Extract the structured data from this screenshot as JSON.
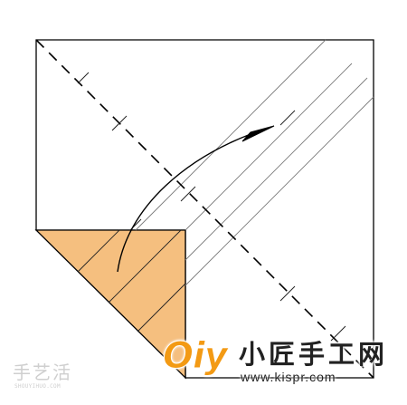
{
  "watermark": {
    "left_text": "手艺活",
    "left_sub": "SHOUYIHUO.COM",
    "logo_text": "Oiy",
    "brand": "小匠手工网",
    "site": "www.kispr.com"
  },
  "colors": {
    "paper_fill": "#ffffff",
    "outline": "#000000",
    "folded_flap": "#f5bf7f",
    "logo": "#f39a14"
  },
  "icons": {
    "fold_arrow": "curved-arrow"
  }
}
